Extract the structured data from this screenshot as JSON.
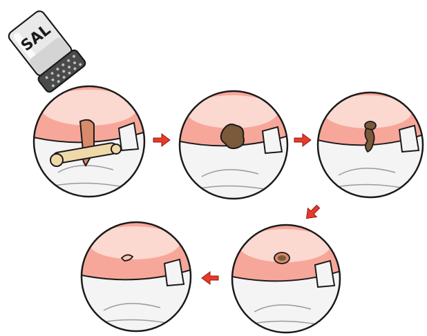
{
  "shaker": {
    "label": "SAL",
    "icon": "salt-shaker-icon",
    "body_color": "#e8e8e8",
    "cap_color": "#4a4a4a"
  },
  "colors": {
    "skin": "#f7a79a",
    "skin_light": "#fbd8d0",
    "diaper": "#f4f4f4",
    "outline": "#1a1a1a",
    "arrow": "#e83a2a",
    "bone": "#f0d9a8",
    "stump_dark": "#7a5a3a",
    "stump_fresh": "#d98a6a"
  },
  "stages": [
    {
      "id": "stage-1",
      "name": "fresh-cord-with-clamp"
    },
    {
      "id": "stage-2",
      "name": "dried-cord"
    },
    {
      "id": "stage-3",
      "name": "cord-detaching"
    },
    {
      "id": "stage-4",
      "name": "healing-navel"
    },
    {
      "id": "stage-5",
      "name": "healed-navel"
    }
  ],
  "arrows": [
    {
      "id": "arrow-1-2",
      "direction": "right"
    },
    {
      "id": "arrow-2-3",
      "direction": "right"
    },
    {
      "id": "arrow-3-4",
      "direction": "down-left"
    },
    {
      "id": "arrow-4-5",
      "direction": "left"
    }
  ]
}
